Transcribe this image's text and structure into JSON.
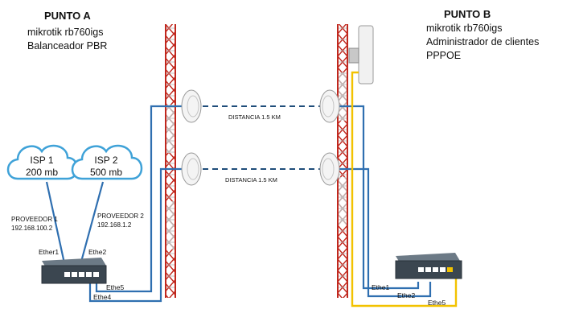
{
  "point_a": {
    "title": "PUNTO A",
    "device": "mikrotik rb760igs",
    "role": "Balanceador PBR"
  },
  "point_b": {
    "title": "PUNTO B",
    "device": "mikrotik rb760igs",
    "role": "Administrador de clientes",
    "protocol": "PPPOE"
  },
  "isp1": {
    "name": "ISP 1",
    "speed": "200 mb"
  },
  "isp2": {
    "name": "ISP 2",
    "speed": "500 mb"
  },
  "proveedor1": {
    "label": "PROVEEDOR 1",
    "ip": "192.168.100.2"
  },
  "proveedor2": {
    "label": "PROVEEDOR 2",
    "ip": "192.168.1.2"
  },
  "ports_a": {
    "ether1": "Ether1",
    "ethe2": "Ethe2",
    "ethe5": "Ethe5",
    "ethe4": "Ethe4"
  },
  "ports_b": {
    "ethe1": "Ethe1",
    "ethe2": "Ethe2",
    "ethe5": "Ethe5"
  },
  "links": {
    "distance_top": "DISTANCIA 1.5 KM",
    "distance_bottom": "DISTANCIA 1.5 KM"
  },
  "colors": {
    "cable_blue": "#2f6fb0",
    "cable_yellow": "#f2c200",
    "tower_red": "#c0281e",
    "tower_white": "#d9d9d9",
    "cloud_stroke": "#3fa2d8",
    "link_dash": "#1f4d7a"
  }
}
